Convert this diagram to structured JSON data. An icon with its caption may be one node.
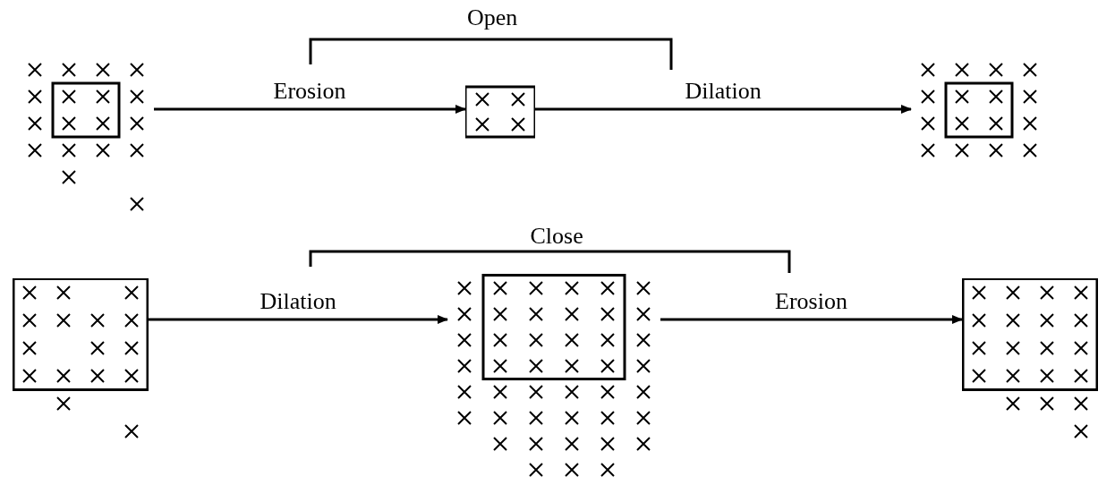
{
  "diagram": {
    "nodes": [
      {
        "text": [],
        "shape": "picture"
      },
      {
        "text": [],
        "shape": "picture"
      },
      {
        "text": [],
        "shape": "picture"
      },
      {
        "text": [],
        "shape": "picture"
      },
      {
        "text": [],
        "shape": "picture"
      },
      {
        "text": [],
        "shape": "picture"
      }
    ],
    "edges": [
      {
        "from": 0,
        "to": 1,
        "arrow": "to",
        "label": "Erosion"
      },
      {
        "from": 1,
        "to": 2,
        "arrow": "to",
        "label": "Dilation"
      },
      {
        "from": 3,
        "to": 4,
        "arrow": "to",
        "label": "Dilation"
      },
      {
        "from": 4,
        "to": 5,
        "arrow": "to",
        "label": "Erosion"
      }
    ],
    "labels": [
      "Open",
      "Close"
    ]
  }
}
